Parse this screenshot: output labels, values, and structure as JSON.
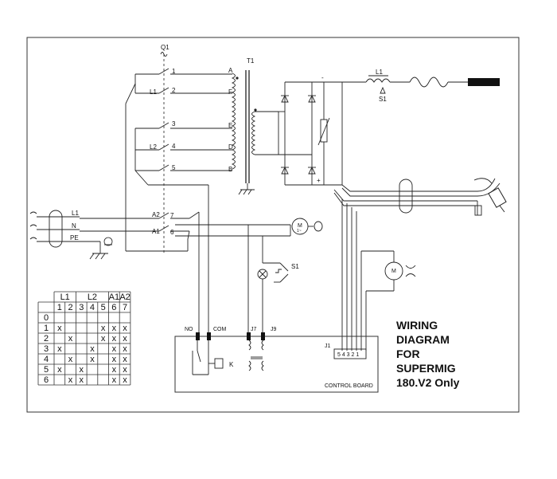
{
  "labels": {
    "q1": "Q1",
    "t1": "T1",
    "a": "A",
    "f": "F",
    "e": "E",
    "d": "D",
    "b": "B",
    "c1": "1",
    "c2": "2",
    "c3": "3",
    "c4": "4",
    "c5": "5",
    "c6": "6",
    "c7": "7",
    "l1_sw": "L1",
    "l2_sw": "L2",
    "a1": "A1",
    "a2": "A2",
    "mains_l1": "L1",
    "mains_n": "N",
    "mains_pe": "PE",
    "minus": "-",
    "plus": "+",
    "choke": "L1",
    "s1_top": "S1",
    "s1_mid": "S1",
    "no": "NO",
    "com": "COM",
    "j7": "J7",
    "j9": "J9",
    "k": "K",
    "j1": "J1",
    "j1_pins": "5 4 3 2 1",
    "control_board": "CONTROL BOARD",
    "motor": "M",
    "motor_sub": "1~"
  },
  "title": {
    "line1": "WIRING",
    "line2": "DIAGRAM",
    "line3": "FOR",
    "line4": "SUPERMIG",
    "line5": "180.V2 Only"
  },
  "table": {
    "group_headers": [
      "L1",
      "L2",
      "A1",
      "A2"
    ],
    "columns": [
      "1",
      "2",
      "3",
      "4",
      "5",
      "6",
      "7"
    ],
    "rows": [
      {
        "pos": "0",
        "cells": [
          "",
          "",
          "",
          "",
          "",
          "",
          ""
        ]
      },
      {
        "pos": "1",
        "cells": [
          "x",
          "",
          "",
          "",
          "x",
          "x",
          "x"
        ]
      },
      {
        "pos": "2",
        "cells": [
          "",
          "x",
          "",
          "",
          "x",
          "x",
          "x"
        ]
      },
      {
        "pos": "3",
        "cells": [
          "x",
          "",
          "",
          "x",
          "",
          "x",
          "x"
        ]
      },
      {
        "pos": "4",
        "cells": [
          "",
          "x",
          "",
          "x",
          "",
          "x",
          "x"
        ]
      },
      {
        "pos": "5",
        "cells": [
          "x",
          "",
          "x",
          "",
          "",
          "x",
          "x"
        ]
      },
      {
        "pos": "6",
        "cells": [
          "",
          "x",
          "x",
          "",
          "",
          "x",
          "x"
        ]
      }
    ]
  }
}
